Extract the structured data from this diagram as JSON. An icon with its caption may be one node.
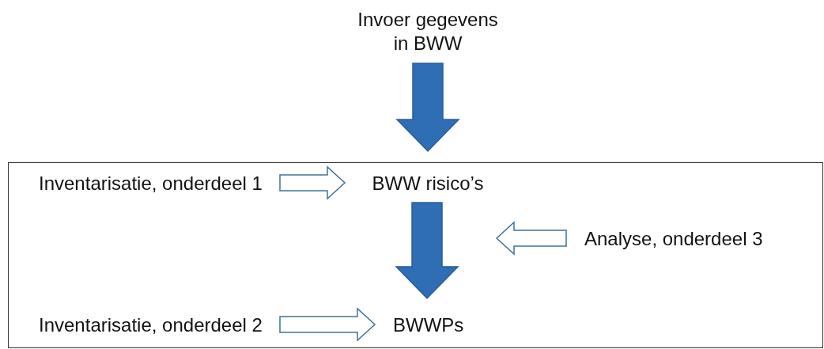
{
  "diagram": {
    "nodes": [
      {
        "text": [
          "Invoer gegevens in BWW"
        ]
      },
      {
        "text": [],
        "shape": "box"
      },
      {
        "text": [
          "Inventarisatie, onderdeel 1"
        ],
        "in": 1
      },
      {
        "text": [
          "BWW risico’s"
        ],
        "in": 1
      },
      {
        "text": [
          "Analyse, onderdeel 3"
        ],
        "in": 1
      },
      {
        "text": [
          "Inventarisatie, onderdeel 2"
        ],
        "in": 1
      },
      {
        "text": [
          "BWWPs"
        ],
        "in": 1
      }
    ],
    "edges": [
      {
        "from": 0,
        "to": 1,
        "arrow": "to",
        "style": "thick"
      },
      {
        "from": 2,
        "to": 3,
        "arrow": "to"
      },
      {
        "from": 3,
        "to": 6,
        "arrow": "to",
        "style": "thick"
      },
      {
        "from": 4,
        "to": null,
        "arrow": "to"
      },
      {
        "from": 5,
        "to": 6,
        "arrow": "to"
      }
    ]
  }
}
